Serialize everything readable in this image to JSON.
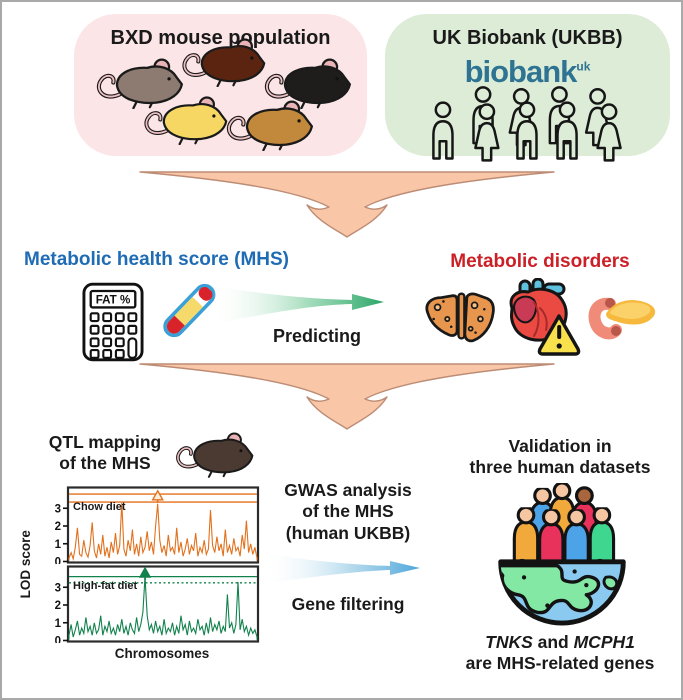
{
  "colors": {
    "mouse_box_bg": "#fbe5e7",
    "ukbb_box_bg": "#dcecd7",
    "biobank_teal": "#2e7392",
    "funnel_fill": "#f9c7a8",
    "funnel_stroke": "#bd8c74",
    "mhs_blue": "#1f6cb5",
    "disorder_red": "#cc2027",
    "chow_orange": "#e2711d",
    "hfd_green": "#12824c"
  },
  "icons": [
    "mouse-icon",
    "crowd-icon",
    "biobank-logo",
    "funnel-arrow-icon",
    "calculator-icon",
    "blood-tube-icon",
    "predict-arrow-icon",
    "liver-icon",
    "heart-warning-icon",
    "pancreas-icon",
    "qtl-mouse-icon",
    "gwas-arrow-icon",
    "globe-people-icon"
  ],
  "top": {
    "mouse_box": {
      "title": "BXD mouse population",
      "mice_colors": [
        "#8d7b71",
        "#5a2410",
        "#1f1d1b",
        "#f6d763",
        "#c2883b"
      ]
    },
    "ukbb_box": {
      "title": "UK Biobank (UKBB)",
      "logo_text": "biobank",
      "logo_sup": "uk"
    }
  },
  "mid": {
    "mhs_title": "Metabolic health score (MHS)",
    "calculator_display": "FAT %",
    "predicting_label": "Predicting",
    "disorders_title": "Metabolic disorders"
  },
  "bottom": {
    "qtl": {
      "title_line1": "QTL mapping",
      "title_line2": "of the MHS"
    },
    "gwas": {
      "line1": "GWAS analysis",
      "line2": "of the MHS",
      "line3": "(human UKBB)",
      "gene_filtering_label": "Gene filtering"
    },
    "validation": {
      "line1": "Validation in",
      "line2": "three human datasets",
      "gene1": "TNKS",
      "and_text": " and ",
      "gene2": "MCPH1",
      "result_line": "are MHS-related genes"
    }
  },
  "chart_data": {
    "type": "line",
    "title": "QTL mapping of the MHS",
    "ylabel": "LOD score",
    "xlabel": "Chromosomes",
    "yticks": [
      0,
      1,
      2,
      3
    ],
    "ylim": [
      0,
      4
    ],
    "grid": false,
    "panels": [
      {
        "label": "Chow diet",
        "color": "#e2711d",
        "thresholds": [
          {
            "v": 3.8,
            "style": "solid"
          },
          {
            "v": 3.35,
            "style": "solid"
          }
        ],
        "arrow_index": 42,
        "arrow_style": "hollow",
        "values": [
          0.2,
          0.5,
          0.15,
          0.8,
          1.9,
          0.4,
          0.3,
          1.2,
          0.5,
          0.25,
          0.9,
          2.2,
          0.6,
          0.2,
          1.0,
          0.4,
          1.5,
          0.3,
          0.8,
          0.2,
          1.1,
          0.5,
          1.6,
          0.4,
          0.9,
          3.3,
          0.7,
          0.3,
          1.2,
          0.6,
          1.8,
          0.4,
          1.0,
          0.3,
          1.4,
          0.5,
          0.8,
          1.7,
          0.6,
          1.1,
          0.4,
          2.0,
          3.25,
          1.2,
          0.5,
          0.9,
          0.3,
          1.5,
          0.6,
          0.8,
          0.4,
          1.9,
          0.5,
          1.1,
          0.3,
          0.7,
          1.3,
          0.4,
          0.9,
          0.6,
          1.6,
          0.3,
          0.8,
          0.5,
          1.2,
          0.4,
          0.7,
          2.9,
          0.9,
          0.5,
          1.4,
          0.6,
          1.0,
          0.3,
          1.8,
          0.5,
          0.9,
          0.4,
          1.3,
          0.6,
          0.8,
          0.3,
          1.5,
          0.7,
          2.3,
          0.5,
          1.0,
          0.4,
          0.8,
          0.2
        ]
      },
      {
        "label": "High-fat diet",
        "color": "#12824c",
        "thresholds": [
          {
            "v": 3.6,
            "style": "solid"
          },
          {
            "v": 3.25,
            "style": "dotted"
          }
        ],
        "arrow_index": 36,
        "arrow_style": "solid",
        "values": [
          0.3,
          0.9,
          0.2,
          0.6,
          1.1,
          0.3,
          0.7,
          0.4,
          1.3,
          0.5,
          0.8,
          0.3,
          1.0,
          0.4,
          0.6,
          1.4,
          0.3,
          0.8,
          0.5,
          1.1,
          0.4,
          0.7,
          0.3,
          0.9,
          0.5,
          1.2,
          0.4,
          0.8,
          0.3,
          1.0,
          0.6,
          0.4,
          1.3,
          0.5,
          0.9,
          1.6,
          3.6,
          1.4,
          0.6,
          0.9,
          0.4,
          1.1,
          0.5,
          0.8,
          0.3,
          1.2,
          0.4,
          0.7,
          0.5,
          1.0,
          0.3,
          0.8,
          0.4,
          1.4,
          0.6,
          0.9,
          0.3,
          1.1,
          0.5,
          0.7,
          0.4,
          1.2,
          0.6,
          0.8,
          0.3,
          1.0,
          0.4,
          1.3,
          0.5,
          0.9,
          0.6,
          1.1,
          0.4,
          0.8,
          0.5,
          2.6,
          0.7,
          1.0,
          0.4,
          0.9,
          3.3,
          0.6,
          1.2,
          0.5,
          0.8,
          0.3,
          0.7,
          0.4,
          0.6,
          0.2
        ]
      }
    ]
  }
}
